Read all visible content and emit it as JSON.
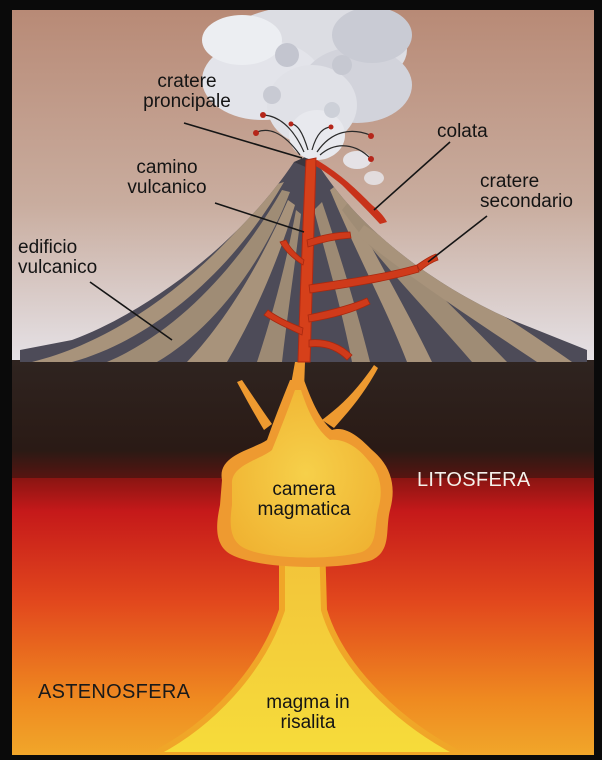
{
  "labels": {
    "cratere_principale": "cratere\nproncipale",
    "camino_vulcanico": "camino\nvulcanico",
    "edificio_vulcanico": "edificio\nvulcanico",
    "colata": "colata",
    "cratere_secondario": "cratere\nsecondario",
    "camera_magmatica": "camera\nmagmatica",
    "litosfera": "LITOSFERA",
    "astenosfera": "ASTENOSFERA",
    "magma_in_risalita": "magma in\nrisalita"
  },
  "colors": {
    "sky_top": "#b98c78",
    "sky_bottom": "#e4e0e4",
    "cone_dark": "#4f4d5a",
    "cone_light": "#a8947c",
    "lithosphere": "#2a1b17",
    "asthenosphere_top": "#c4181a",
    "asthenosphere_bottom": "#f0a020",
    "magma": "#f3c338",
    "lava": "#d8431c",
    "smoke": "#dcdde4"
  }
}
